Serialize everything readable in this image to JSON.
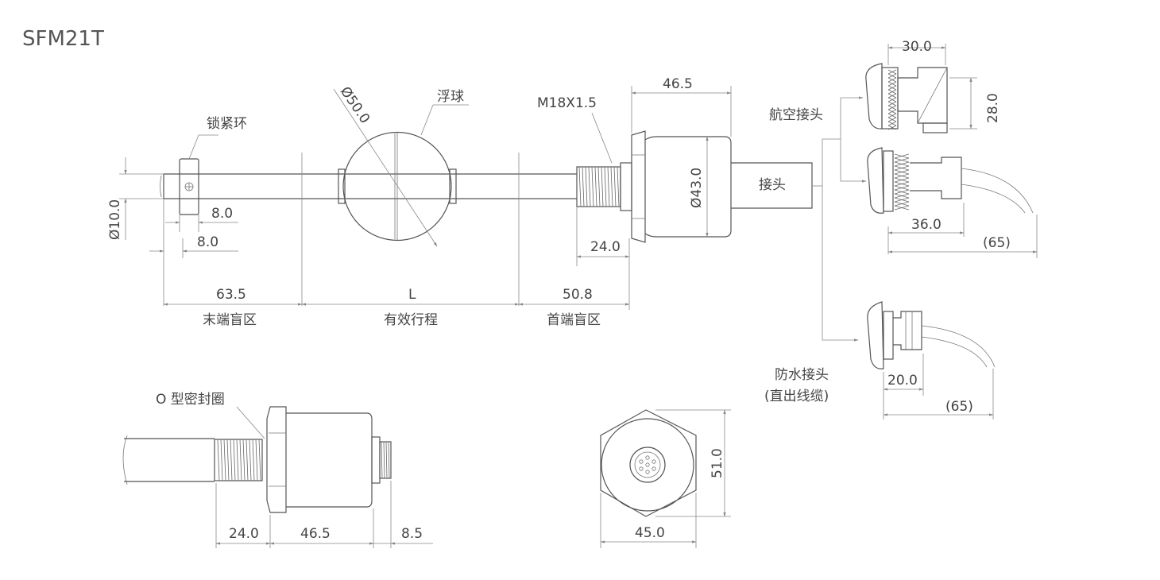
{
  "title": "SFM21T",
  "labels": {
    "lock_ring": "锁紧环",
    "float_ball": "浮球",
    "thread_spec": "M18X1.5",
    "connector": "接头",
    "aviation_connector": "航空接头",
    "waterproof_connector_line1": "防水接头",
    "waterproof_connector_line2": "(直出线缆)",
    "end_dead_zone": "末端盲区",
    "effective_stroke": "有效行程",
    "head_dead_zone": "首端盲区",
    "o_ring": "O 型密封圈"
  },
  "dimensions": {
    "rod_diameter": "Ø10.0",
    "ring_width_1": "8.0",
    "ring_width_2": "8.0",
    "end_dead_zone": "63.5",
    "stroke": "L",
    "head_dead_zone": "50.8",
    "ball_diameter": "Ø50.0",
    "thread_length": "24.0",
    "housing_length": "46.5",
    "housing_diameter": "Ø43.0",
    "angle_conn_width": "30.0",
    "angle_conn_height": "28.0",
    "straight_conn_length": "36.0",
    "straight_cable": "(65)",
    "waterproof_length": "20.0",
    "waterproof_cable": "(65)",
    "side_thread": "24.0",
    "side_housing": "46.5",
    "side_conn": "8.5",
    "hex_height": "51.0",
    "hex_width": "45.0"
  }
}
